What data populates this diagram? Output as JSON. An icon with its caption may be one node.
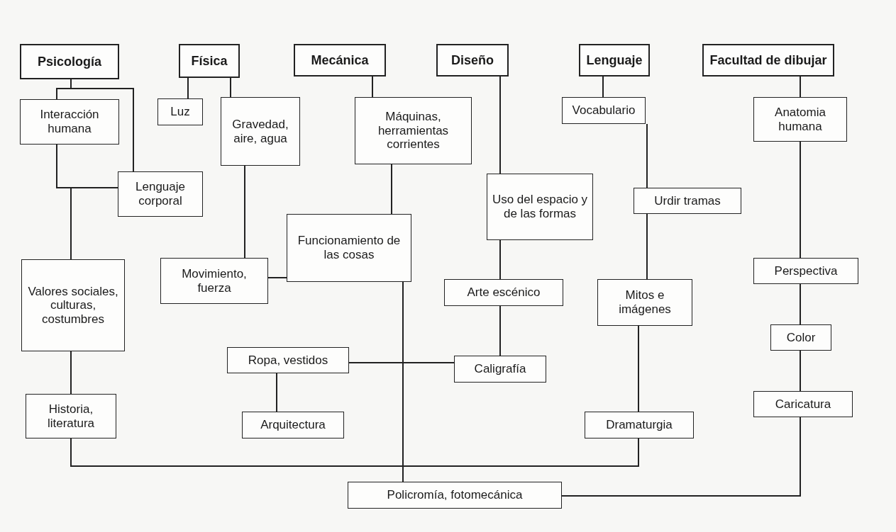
{
  "diagram": {
    "nodes": [
      {
        "text": [
          "Psicología"
        ]
      },
      {
        "text": [
          "Física"
        ]
      },
      {
        "text": [
          "Mecánica"
        ]
      },
      {
        "text": [
          "Diseño"
        ]
      },
      {
        "text": [
          "Lenguaje"
        ]
      },
      {
        "text": [
          "Facultad de dibujar"
        ]
      },
      {
        "text": [
          "Interacción humana"
        ]
      },
      {
        "text": [
          "Luz"
        ]
      },
      {
        "text": [
          "Gravedad, aire, agua"
        ]
      },
      {
        "text": [
          "Máquinas, herramientas corrientes"
        ]
      },
      {
        "text": [
          "Vocabulario"
        ]
      },
      {
        "text": [
          "Anatomia humana"
        ]
      },
      {
        "text": [
          "Lenguaje corporal"
        ]
      },
      {
        "text": [
          "Uso del espacio y de las formas"
        ]
      },
      {
        "text": [
          "Urdir tramas"
        ]
      },
      {
        "text": [
          "Funcionamiento de las cosas"
        ]
      },
      {
        "text": [
          "Valores sociales, culturas, costumbres"
        ]
      },
      {
        "text": [
          "Movimiento, fuerza"
        ]
      },
      {
        "text": [
          "Perspectiva"
        ]
      },
      {
        "text": [
          "Arte escénico"
        ]
      },
      {
        "text": [
          "Mitos e imágenes"
        ]
      },
      {
        "text": [
          "Color"
        ]
      },
      {
        "text": [
          "Ropa, vestidos"
        ]
      },
      {
        "text": [
          "Caligrafía"
        ]
      },
      {
        "text": [
          "Caricatura"
        ]
      },
      {
        "text": [
          "Historia, literatura"
        ]
      },
      {
        "text": [
          "Arquitectura"
        ]
      },
      {
        "text": [
          "Dramaturgia"
        ]
      },
      {
        "text": [
          "Policromía, fotomecánica"
        ]
      }
    ],
    "edges": [
      {
        "from": 0,
        "to": 6,
        "arrow": "none"
      },
      {
        "from": 0,
        "to": 12,
        "arrow": "none"
      },
      {
        "from": 6,
        "to": 12,
        "arrow": "none"
      },
      {
        "from": 12,
        "to": 16,
        "arrow": "none"
      },
      {
        "from": 16,
        "to": 25,
        "arrow": "none"
      },
      {
        "from": 1,
        "to": 7,
        "arrow": "none"
      },
      {
        "from": 1,
        "to": 8,
        "arrow": "none"
      },
      {
        "from": 8,
        "to": 17,
        "arrow": "none"
      },
      {
        "from": 17,
        "to": 15,
        "arrow": "none"
      },
      {
        "from": 2,
        "to": 9,
        "arrow": "none"
      },
      {
        "from": 9,
        "to": 15,
        "arrow": "none"
      },
      {
        "from": 15,
        "to": 28,
        "arrow": "none"
      },
      {
        "from": 3,
        "to": 13,
        "arrow": "none"
      },
      {
        "from": 13,
        "to": 19,
        "arrow": "none"
      },
      {
        "from": 19,
        "to": 23,
        "arrow": "none"
      },
      {
        "from": 22,
        "to": 23,
        "arrow": "none"
      },
      {
        "from": 22,
        "to": 26,
        "arrow": "none"
      },
      {
        "from": 4,
        "to": 10,
        "arrow": "none"
      },
      {
        "from": 10,
        "to": 14,
        "arrow": "none"
      },
      {
        "from": 14,
        "to": 20,
        "arrow": "none"
      },
      {
        "from": 20,
        "to": 27,
        "arrow": "none"
      },
      {
        "from": 25,
        "to": 28,
        "arrow": "none"
      },
      {
        "from": 27,
        "to": 28,
        "arrow": "none"
      },
      {
        "from": 5,
        "to": 11,
        "arrow": "none"
      },
      {
        "from": 11,
        "to": 18,
        "arrow": "none"
      },
      {
        "from": 18,
        "to": 21,
        "arrow": "none"
      },
      {
        "from": 21,
        "to": 24,
        "arrow": "none"
      },
      {
        "from": 24,
        "to": 28,
        "arrow": "none"
      }
    ]
  }
}
